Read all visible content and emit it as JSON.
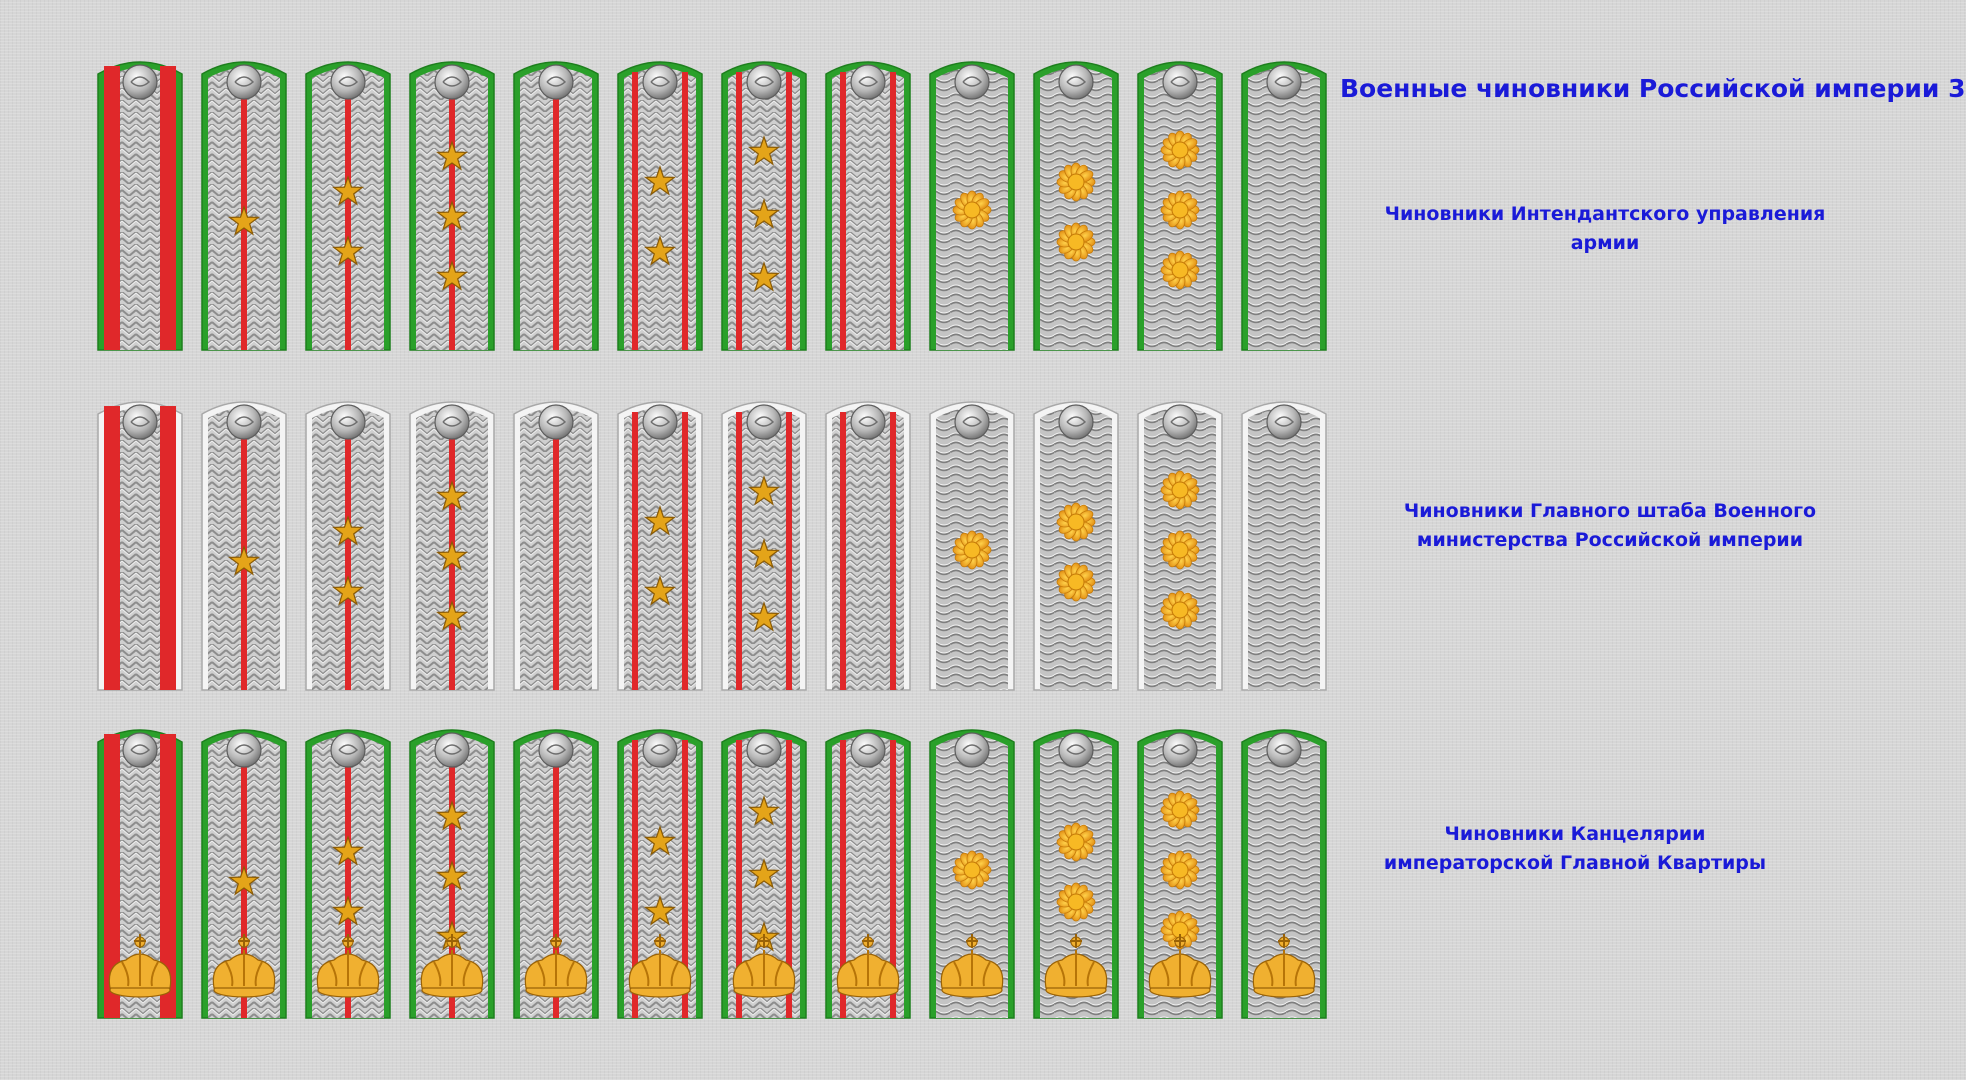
{
  "title": "Военные чиновники Российской империи 3",
  "colors": {
    "text": "#1a1ad8",
    "piping_green": "#2aa02a",
    "piping_white": "#f4f4f4",
    "stripe_red": "#e0282a",
    "galloon_silver": "#c9c9c9",
    "star_gold": "#e4a419",
    "crown_gold": "#f0b030"
  },
  "rows": [
    {
      "caption_lines": [
        "Чиновники Интендантского управления армии"
      ],
      "piping": "green",
      "crown": false,
      "straps": [
        {
          "type": "red_field",
          "insignia": "none",
          "count": 0
        },
        {
          "type": "one_stripe",
          "insignia": "star",
          "count": 1
        },
        {
          "type": "one_stripe",
          "insignia": "star",
          "count": 2
        },
        {
          "type": "one_stripe",
          "insignia": "star",
          "count": 3
        },
        {
          "type": "one_stripe",
          "insignia": "none",
          "count": 0
        },
        {
          "type": "two_stripes",
          "insignia": "star",
          "count": 2
        },
        {
          "type": "two_stripes",
          "insignia": "star",
          "count": 3
        },
        {
          "type": "two_stripes",
          "insignia": "none",
          "count": 0
        },
        {
          "type": "zigzag",
          "insignia": "rosette",
          "count": 1
        },
        {
          "type": "zigzag",
          "insignia": "rosette",
          "count": 2
        },
        {
          "type": "zigzag",
          "insignia": "rosette",
          "count": 3
        },
        {
          "type": "zigzag",
          "insignia": "none",
          "count": 0
        }
      ]
    },
    {
      "caption_lines": [
        "Чиновники Главного штаба Военного",
        "министерства Российской империи"
      ],
      "piping": "white",
      "crown": false,
      "straps": [
        {
          "type": "red_field",
          "insignia": "none",
          "count": 0
        },
        {
          "type": "one_stripe",
          "insignia": "star",
          "count": 1
        },
        {
          "type": "one_stripe",
          "insignia": "star",
          "count": 2
        },
        {
          "type": "one_stripe",
          "insignia": "star",
          "count": 3
        },
        {
          "type": "one_stripe",
          "insignia": "none",
          "count": 0
        },
        {
          "type": "two_stripes",
          "insignia": "star",
          "count": 2
        },
        {
          "type": "two_stripes",
          "insignia": "star",
          "count": 3
        },
        {
          "type": "two_stripes",
          "insignia": "none",
          "count": 0
        },
        {
          "type": "zigzag",
          "insignia": "rosette",
          "count": 1
        },
        {
          "type": "zigzag",
          "insignia": "rosette",
          "count": 2
        },
        {
          "type": "zigzag",
          "insignia": "rosette",
          "count": 3
        },
        {
          "type": "zigzag",
          "insignia": "none",
          "count": 0
        }
      ]
    },
    {
      "caption_lines": [
        "Чиновники Канцелярии",
        "императорской Главной Квартиры"
      ],
      "piping": "green",
      "crown": true,
      "straps": [
        {
          "type": "red_field",
          "insignia": "none",
          "count": 0
        },
        {
          "type": "one_stripe",
          "insignia": "star",
          "count": 1
        },
        {
          "type": "one_stripe",
          "insignia": "star",
          "count": 2
        },
        {
          "type": "one_stripe",
          "insignia": "star",
          "count": 3
        },
        {
          "type": "one_stripe",
          "insignia": "none",
          "count": 0
        },
        {
          "type": "two_stripes",
          "insignia": "star",
          "count": 2
        },
        {
          "type": "two_stripes",
          "insignia": "star",
          "count": 3
        },
        {
          "type": "two_stripes",
          "insignia": "none",
          "count": 0
        },
        {
          "type": "zigzag",
          "insignia": "rosette",
          "count": 1
        },
        {
          "type": "zigzag",
          "insignia": "rosette",
          "count": 2
        },
        {
          "type": "zigzag",
          "insignia": "rosette",
          "count": 3
        },
        {
          "type": "zigzag",
          "insignia": "none",
          "count": 0
        }
      ]
    }
  ]
}
